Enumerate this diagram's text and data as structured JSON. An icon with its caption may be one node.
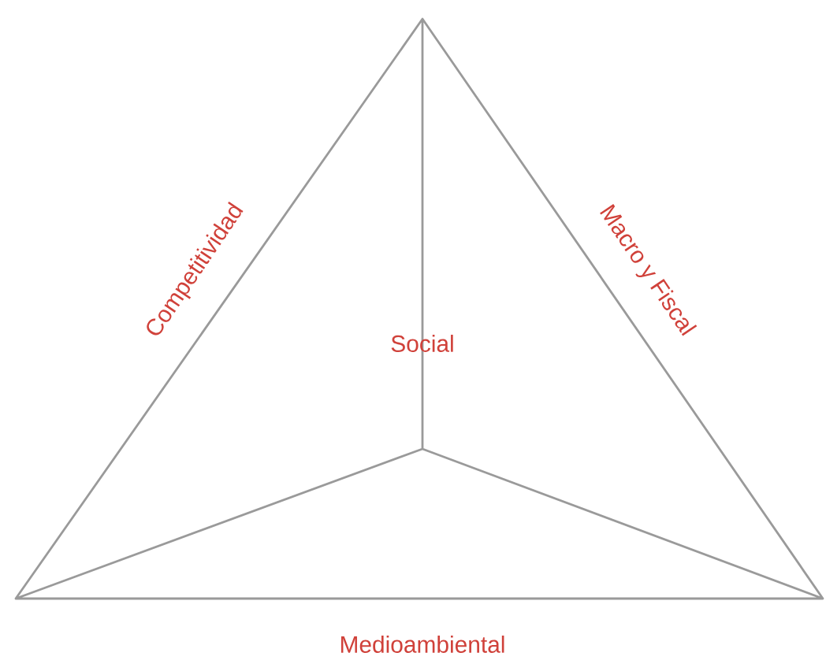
{
  "diagram": {
    "labels": [
      "Competitividad",
      "Macro y Fiscal",
      "Social",
      "Medioambiental"
    ]
  }
}
